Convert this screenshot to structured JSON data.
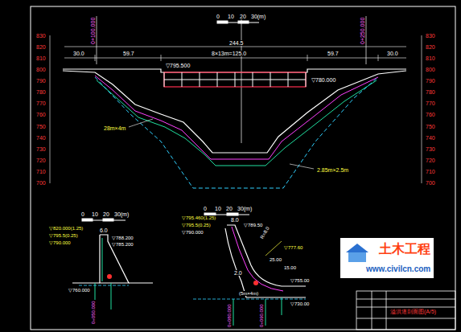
{
  "diagram": {
    "labels": [
      "0",
      "10",
      "20",
      "30(m)",
      "830",
      "820",
      "810",
      "800",
      "790",
      "780",
      "770",
      "760",
      "750",
      "740",
      "730",
      "720",
      "710",
      "700",
      "830",
      "820",
      "810",
      "800",
      "790",
      "780",
      "770",
      "760",
      "750",
      "740",
      "730",
      "720",
      "710",
      "700",
      "0+100.000",
      "0+250.000",
      "244.5",
      "30.0",
      "59.7",
      "8×13m=125.0",
      "59.7",
      "30.0",
      "▽795.500",
      "▽780.000",
      "28m×4m",
      "2.85m×2.5m",
      "0",
      "10",
      "20",
      "30(m)",
      "▽820.000(1.25)",
      "▽795.5(0.25)",
      "▽790.000",
      "6.0",
      "▽788.200",
      "▽785.200",
      "▽760.000",
      "0+050.000",
      "0",
      "10",
      "20",
      "30(m)",
      "▽795.460(1.25)",
      "▽795.5(0.25)",
      "▽790.000",
      "8.0",
      "▽789.50",
      "R=8.0",
      "▽777.60",
      "25.00",
      "15.00",
      "2.0",
      "▽755.00",
      "(5m×4m)",
      "▽730.00",
      "0+080.000",
      "0+090.000",
      "土木工程",
      "www.civilcn.com",
      "溢洪道剖面图(A/5)"
    ]
  }
}
